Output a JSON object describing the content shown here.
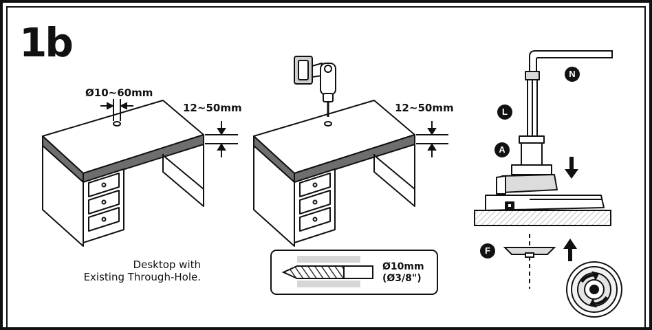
{
  "step": {
    "number": "1b"
  },
  "panel_left": {
    "hole_diameter_label": "Ø10~60mm",
    "thickness_label": "12~50mm",
    "caption_line1": "Desktop with",
    "caption_line2": "Existing Through-Hole."
  },
  "panel_middle": {
    "thickness_label": "12~50mm",
    "drill_bit_diameter_label": "Ø10mm",
    "drill_bit_diameter_imperial": "(Ø3/8\")"
  },
  "panel_right": {
    "badges": {
      "n": "N",
      "l": "L",
      "a": "A",
      "f": "F"
    }
  },
  "colors": {
    "ink": "#111111",
    "desk_edge": "#6e6e6e",
    "hatch": "#9a9a9a",
    "base_fill": "#dcdcdc",
    "callout_fill": "#eeeeee"
  }
}
